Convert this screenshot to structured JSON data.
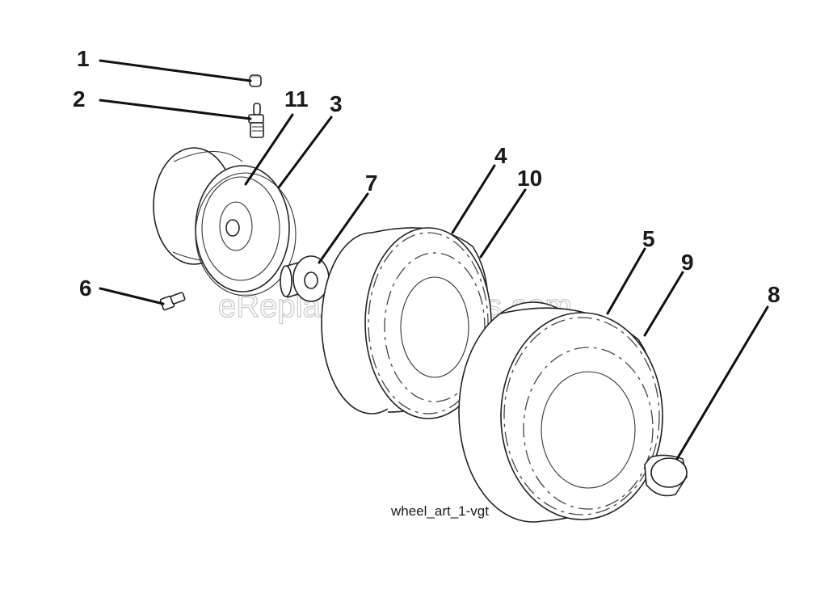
{
  "diagram": {
    "caption": "wheel_art_1-vgt",
    "watermark": "eReplacementParts.com",
    "callouts": [
      {
        "id": "c1",
        "label": "1",
        "part": "valve-cap"
      },
      {
        "id": "c2",
        "label": "2",
        "part": "valve-stem"
      },
      {
        "id": "c11",
        "label": "11",
        "part": "rim-hub-ring"
      },
      {
        "id": "c3",
        "label": "3",
        "part": "rim-flange"
      },
      {
        "id": "c4",
        "label": "4",
        "part": "front-tire"
      },
      {
        "id": "c10",
        "label": "10",
        "part": "front-tire-tread"
      },
      {
        "id": "c7",
        "label": "7",
        "part": "bushing"
      },
      {
        "id": "c5",
        "label": "5",
        "part": "rear-tire"
      },
      {
        "id": "c9",
        "label": "9",
        "part": "rear-tire-tread"
      },
      {
        "id": "c8",
        "label": "8",
        "part": "hub-cap"
      },
      {
        "id": "c6",
        "label": "6",
        "part": "grease-fitting"
      }
    ]
  }
}
